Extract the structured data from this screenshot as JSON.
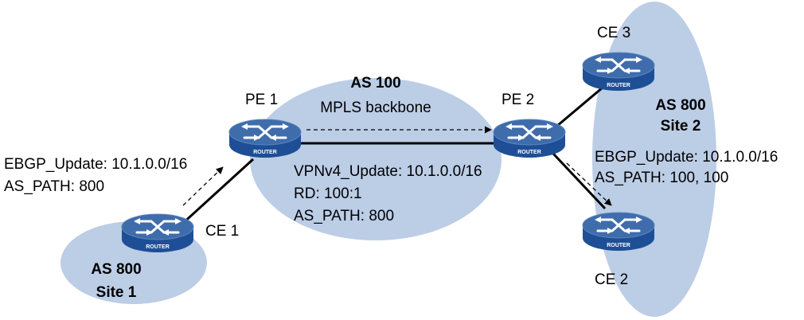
{
  "colors": {
    "ellipse_fill": "#bccde6",
    "router_top": "#3f6cab",
    "router_side": "#1e4f96",
    "line": "#000000"
  },
  "routers": [
    {
      "id": "pe1",
      "name": "PE 1",
      "badge": "ROUTER"
    },
    {
      "id": "pe2",
      "name": "PE 2",
      "badge": "ROUTER"
    },
    {
      "id": "ce1",
      "name": "CE 1",
      "badge": "ROUTER"
    },
    {
      "id": "ce2",
      "name": "CE 2",
      "badge": "ROUTER"
    },
    {
      "id": "ce3",
      "name": "CE 3",
      "badge": "ROUTER"
    }
  ],
  "regions": {
    "backbone": {
      "as": "AS 100",
      "desc": "MPLS backbone"
    },
    "site1": {
      "as": "AS 800",
      "site": "Site 1"
    },
    "site2": {
      "as": "AS 800",
      "site": "Site 2"
    }
  },
  "annotations": {
    "ce1_update": {
      "line1": "EBGP_Update: 10.1.0.0/16",
      "line2": "AS_PATH: 800"
    },
    "vpnv4_update": {
      "line1": "VPNv4_Update: 10.1.0.0/16",
      "line2": "RD: 100:1",
      "line3": "AS_PATH: 800"
    },
    "ce2_update": {
      "line1": "EBGP_Update: 10.1.0.0/16",
      "line2": "AS_PATH: 100, 100"
    }
  }
}
